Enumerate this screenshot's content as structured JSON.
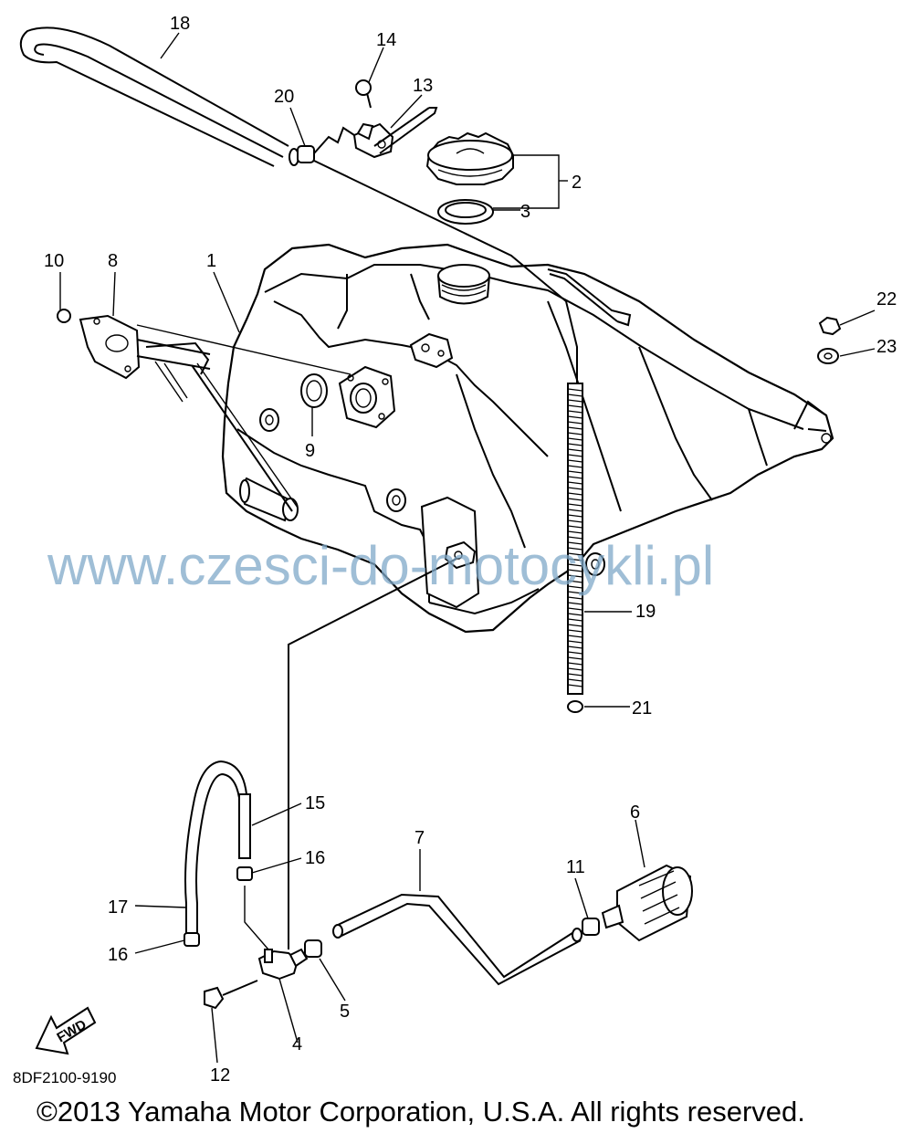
{
  "callouts": [
    "1",
    "2",
    "3",
    "4",
    "5",
    "6",
    "7",
    "8",
    "9",
    "10",
    "11",
    "12",
    "13",
    "14",
    "15",
    "16",
    "17",
    "18",
    "19",
    "20",
    "21",
    "22",
    "23"
  ],
  "callout_16_second": "16",
  "watermark": "www.czesci-do-motocykli.pl",
  "diagram_code": "8DF2100-9190",
  "copyright": "©2013 Yamaha Motor Corporation, U.S.A. All rights reserved.",
  "fwd_label": "FWD"
}
